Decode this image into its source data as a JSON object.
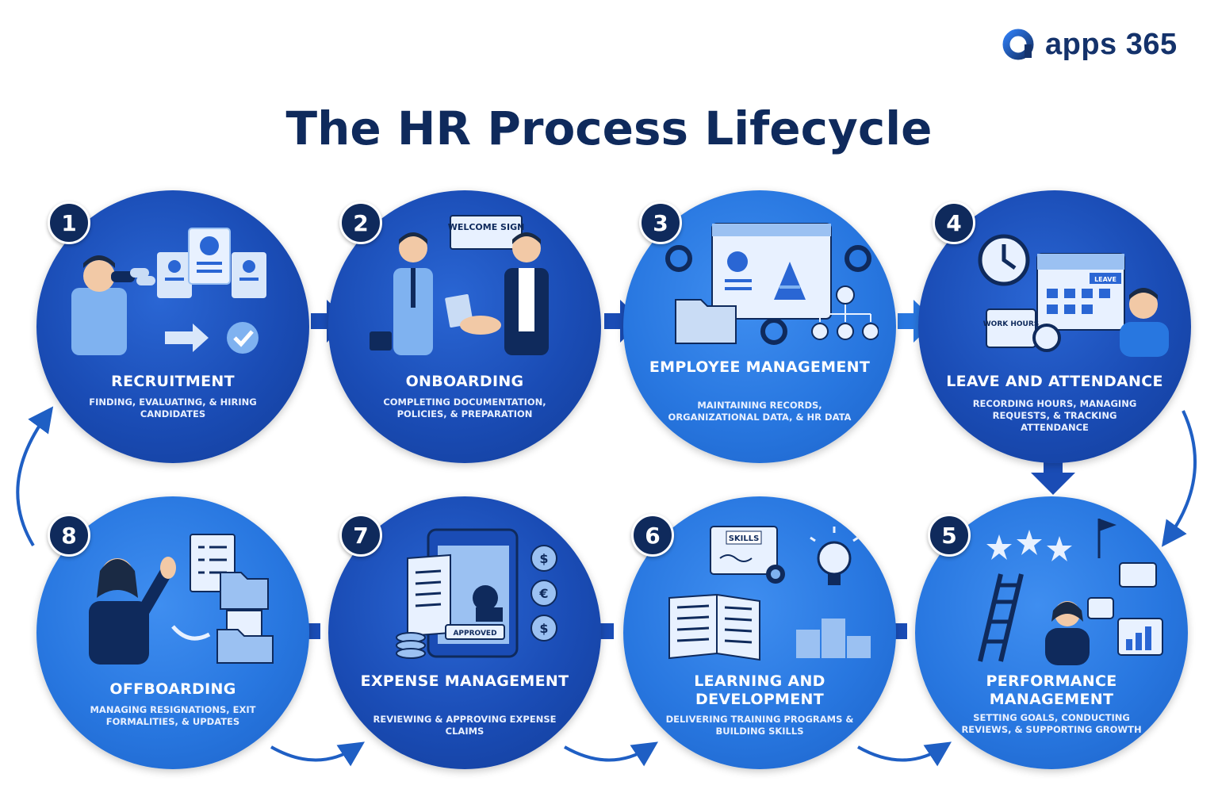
{
  "brand": {
    "name": "apps 365"
  },
  "title": "The HR Process Lifecycle",
  "colors": {
    "navy": "#0f2a5c",
    "dark_blue": "#1a4cb5",
    "light_blue": "#2877e0",
    "arrow": "#1f5fc4"
  },
  "steps": [
    {
      "number": "1",
      "title": "RECRUITMENT",
      "description": "FINDING, EVALUATING, & HIRING CANDIDATES",
      "icon": "binoculars-resume-icon"
    },
    {
      "number": "2",
      "title": "ONBOARDING",
      "description": "COMPLETING DOCUMENTATION, POLICIES, & PREPARATION",
      "icon": "handshake-icon",
      "sign_text": "WELCOME SIGN"
    },
    {
      "number": "3",
      "title": "EMPLOYEE MANAGEMENT",
      "description": "MAINTAINING RECORDS, ORGANIZATIONAL DATA, & HR DATA",
      "icon": "org-chart-icon"
    },
    {
      "number": "4",
      "title": "LEAVE AND ATTENDANCE",
      "description": "RECORDING HOURS, MANAGING REQUESTS, & TRACKING ATTENDANCE",
      "icon": "calendar-clock-icon",
      "calendar_label": "LEAVE",
      "hours_label": "WORK HOURS"
    },
    {
      "number": "5",
      "title": "PERFORMANCE MANAGEMENT",
      "description": "SETTING GOALS, CONDUCTING REVIEWS, & SUPPORTING GROWTH",
      "icon": "ladder-stars-icon"
    },
    {
      "number": "6",
      "title": "LEARNING AND DEVELOPMENT",
      "description": "DELIVERING TRAINING PROGRAMS & BUILDING SKILLS",
      "icon": "book-lightbulb-icon",
      "certificate_label": "SKILLS"
    },
    {
      "number": "7",
      "title": "EXPENSE MANAGEMENT",
      "description": "REVIEWING & APPROVING EXPENSE CLAIMS",
      "icon": "receipt-stamp-icon",
      "stamp_label": "APPROVED"
    },
    {
      "number": "8",
      "title": "OFFBOARDING",
      "description": "MANAGING RESIGNATIONS, EXIT FORMALITIES, & UPDATES",
      "icon": "waving-person-icon"
    }
  ]
}
